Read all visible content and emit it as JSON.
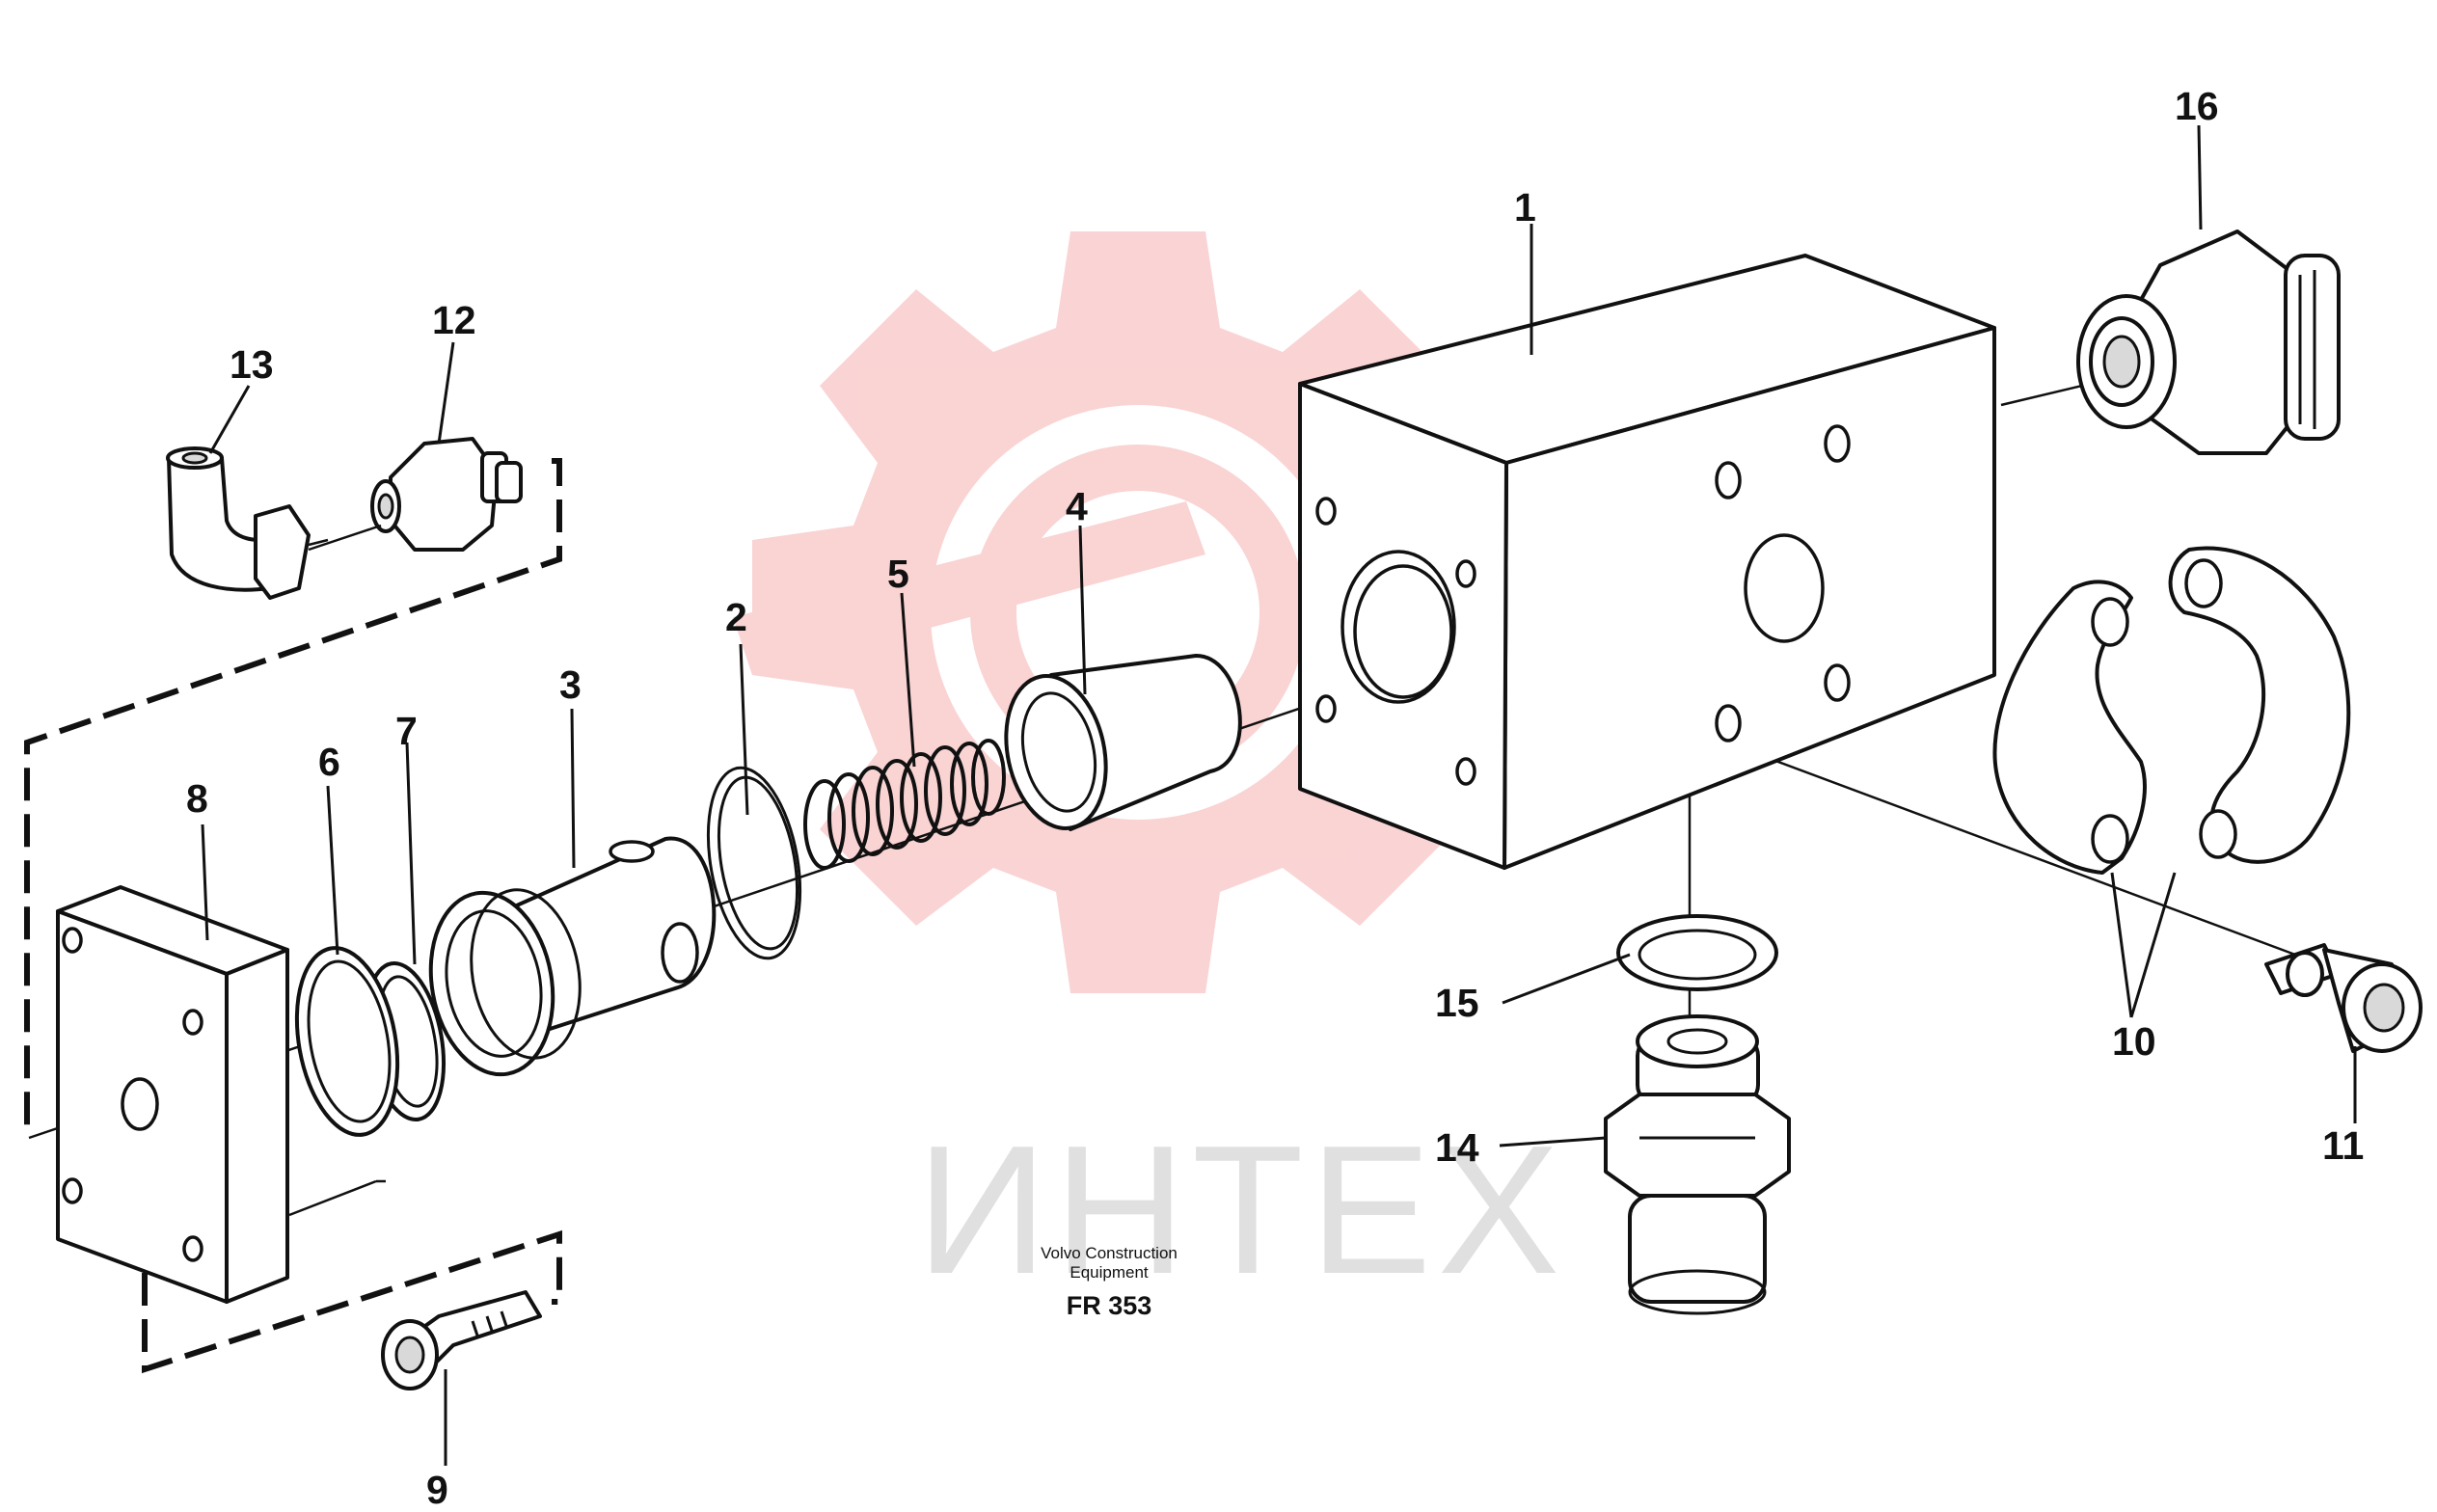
{
  "diagram": {
    "callouts": [
      "1",
      "2",
      "3",
      "4",
      "5",
      "6",
      "7",
      "8",
      "9",
      "10",
      "11",
      "12",
      "13",
      "14",
      "15",
      "16"
    ],
    "caption": {
      "line1": "Volvo Construction",
      "line2": "Equipment",
      "code": "FR 353"
    },
    "watermark": {
      "text": "ИНТЕХ"
    },
    "colors": {
      "line": "#111111",
      "background": "#ffffff",
      "watermark_logo": "#f4a0a0",
      "watermark_text": "#c8c8c8"
    }
  }
}
